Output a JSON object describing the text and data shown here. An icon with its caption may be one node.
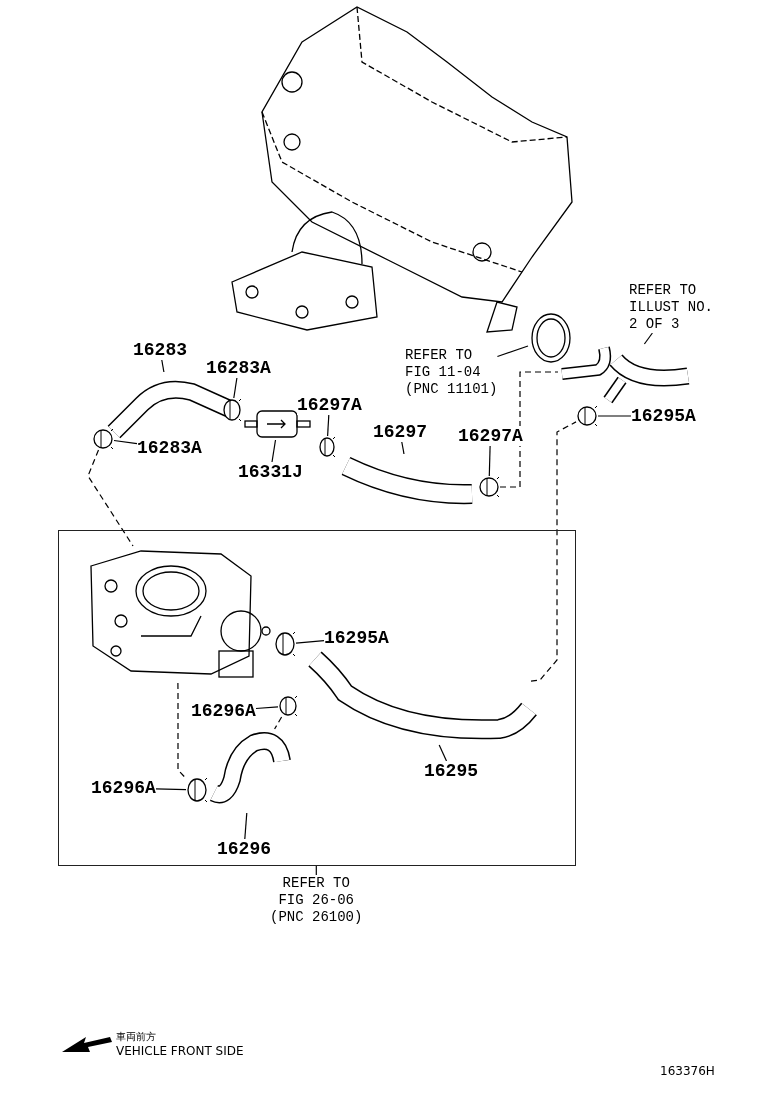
{
  "diagram": {
    "nodes": [
      {
        "text": [],
        "shape": "picture"
      },
      {
        "text": [],
        "shape": "picture"
      },
      {
        "text": [],
        "shape": "picture"
      },
      {
        "text": [],
        "shape": "picture"
      },
      {
        "text": [],
        "shape": "picture"
      },
      {
        "text": [],
        "shape": "picture"
      },
      {
        "text": [],
        "shape": "picture"
      },
      {
        "text": [],
        "shape": "picture"
      },
      {
        "text": [],
        "shape": "picture"
      },
      {
        "text": [],
        "shape": "picture"
      },
      {
        "text": [],
        "shape": "picture"
      },
      {
        "text": [],
        "shape": "box"
      },
      {
        "text": [],
        "shape": "picture",
        "in": 11
      },
      {
        "text": [],
        "shape": "picture",
        "in": 11
      },
      {
        "text": [],
        "shape": "picture",
        "in": 11
      },
      {
        "text": [],
        "shape": "picture",
        "in": 11
      },
      {
        "text": [],
        "shape": "picture",
        "in": 11
      },
      {
        "text": [],
        "shape": "picture",
        "in": 11
      },
      {
        "text": [
          "16283"
        ]
      },
      {
        "text": [
          "16283A"
        ]
      },
      {
        "text": [
          "16283A"
        ]
      },
      {
        "text": [
          "16331J"
        ]
      },
      {
        "text": [
          "16297A"
        ]
      },
      {
        "text": [
          "16297"
        ]
      },
      {
        "text": [
          "16297A"
        ]
      },
      {
        "text": [
          "16295A"
        ]
      },
      {
        "text": [
          "REFER TO FIG 11-04 (PNC 11101)"
        ]
      },
      {
        "text": [
          "REFER TO ILLUST NO. 2 OF 3"
        ]
      },
      {
        "text": [
          "16295A"
        ],
        "in": 11
      },
      {
        "text": [
          "16296A"
        ],
        "in": 11
      },
      {
        "text": [
          "16295"
        ],
        "in": 11
      },
      {
        "text": [
          "16296A"
        ],
        "in": 11
      },
      {
        "text": [
          "16296"
        ],
        "in": 11
      },
      {
        "text": [
          "REFER TO FIG 26-06 (PNC 26100)"
        ]
      }
    ],
    "edges": [
      {
        "from": 18,
        "to": 3,
        "arrow": "none"
      },
      {
        "from": 19,
        "to": 4,
        "arrow": "none"
      },
      {
        "from": 20,
        "to": 5,
        "arrow": "none"
      },
      {
        "from": 21,
        "to": 6,
        "arrow": "none"
      },
      {
        "from": 22,
        "to": 7,
        "arrow": "none"
      },
      {
        "from": 23,
        "to": 8,
        "arrow": "none"
      },
      {
        "from": 24,
        "to": 9,
        "arrow": "none"
      },
      {
        "from": 25,
        "to": 10,
        "arrow": "none"
      },
      {
        "from": 26,
        "to": 1,
        "arrow": "none"
      },
      {
        "from": 27,
        "to": 2,
        "arrow": "none"
      },
      {
        "from": 28,
        "to": 13,
        "arrow": "none"
      },
      {
        "from": 29,
        "to": 15,
        "arrow": "none"
      },
      {
        "from": 30,
        "to": 14,
        "arrow": "none"
      },
      {
        "from": 31,
        "to": 16,
        "arrow": "none"
      },
      {
        "from": 32,
        "to": 17,
        "arrow": "none"
      },
      {
        "from": 33,
        "to": 11,
        "arrow": "none"
      },
      {
        "from": 9,
        "to": 2,
        "arrow": "none",
        "style": "dashed"
      },
      {
        "from": 14,
        "to": 10,
        "arrow": "none",
        "style": "dashed"
      },
      {
        "from": 5,
        "to": 12,
        "arrow": "none",
        "style": "dashed"
      },
      {
        "from": 12,
        "to": 16,
        "arrow": "none",
        "style": "dashed"
      },
      {
        "from": 15,
        "to": 17,
        "arrow": "none",
        "style": "dashed"
      }
    ],
    "labels": [
      "車両前方",
      "VEHICLE FRONT SIDE",
      "163376H"
    ]
  }
}
